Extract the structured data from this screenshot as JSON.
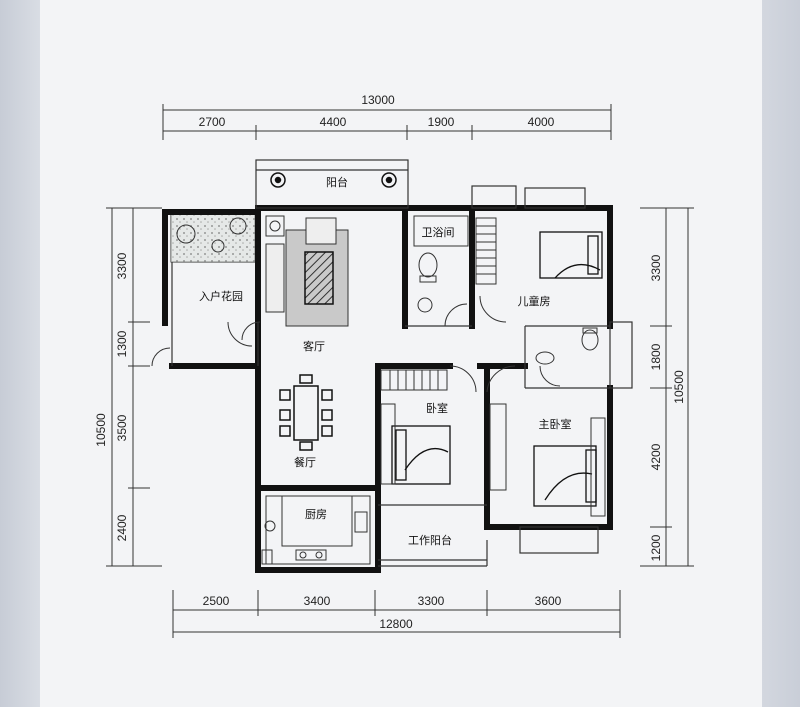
{
  "top_dimensions": {
    "total": "13000",
    "segments": [
      "2700",
      "4400",
      "1900",
      "4000"
    ]
  },
  "bottom_dimensions": {
    "total": "12800",
    "segments": [
      "2500",
      "3400",
      "3300",
      "3600"
    ]
  },
  "left_dimensions": {
    "total": "10500",
    "segments": [
      "3300",
      "1300",
      "3500",
      "2400"
    ]
  },
  "right_dimensions": {
    "total": "10500",
    "segments": [
      "3300",
      "1800",
      "4200",
      "1200"
    ]
  },
  "rooms": {
    "balcony": "阳台",
    "entry_garden": "入户花园",
    "living_room": "客厅",
    "dining_room": "餐厅",
    "kitchen": "厨房",
    "bathroom": "卫浴间",
    "kids_room": "儿童房",
    "bedroom": "卧室",
    "master_bedroom": "主卧室",
    "work_balcony": "工作阳台"
  },
  "colors": {
    "wall": "#111111",
    "line": "#333333",
    "garden": "#d8dcd8",
    "rug": "#c9c9c9"
  }
}
